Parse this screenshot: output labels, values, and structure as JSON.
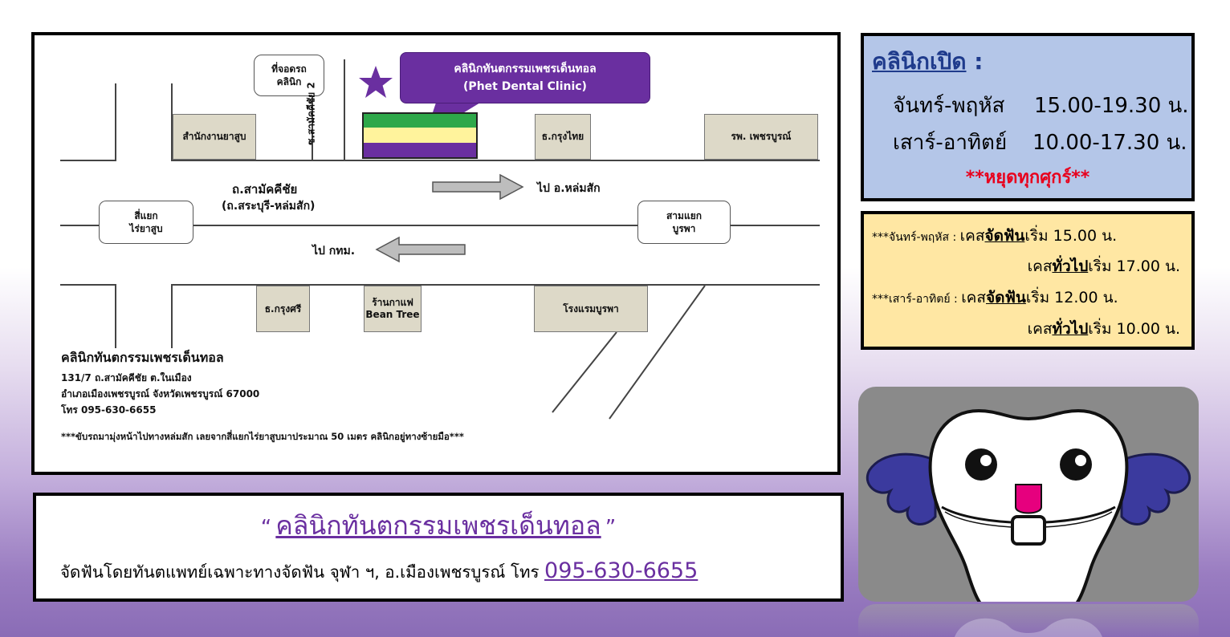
{
  "map": {
    "parking_line1": "ที่จอดรถ",
    "parking_line2": "คลินิก",
    "soi_label": "ซ.สามัคคีชัย 2",
    "clinic_callout_th": "คลินิกทันตกรรมเพชรเด็นทอล",
    "clinic_callout_en": "(Phet Dental Clinic)",
    "bld_tobacco": "สำนักงานยาสูบ",
    "bld_krungthai": "ธ.กรุงไทย",
    "bld_hospital": "รพ. เพชรบูรณ์",
    "road_name": "ถ.สามัคคีชัย",
    "road_alt": "(ถ.สระบุรี-หล่มสัก)",
    "to_lomsak": "ไป อ.หล่มสัก",
    "to_bangkok": "ไป กทม.",
    "junction_left_1": "สี่แยก",
    "junction_left_2": "ไร่ยาสูบ",
    "junction_right_1": "สามแยก",
    "junction_right_2": "บูรพา",
    "bld_krungsri": "ธ.กรุงศรี",
    "bld_cafe_1": "ร้านกาแฟ",
    "bld_cafe_2": "Bean Tree",
    "bld_hotel": "โรงแรมบูรพา",
    "address_title": "คลินิกทันตกรรมเพชรเด็นทอล",
    "address_line1": "131/7 ถ.สามัคคีชัย ต.ในเมือง",
    "address_line2": "อำเภอเมืองเพชรบูรณ์ จังหวัดเพชรบูรณ์ 67000",
    "address_line3": "โทร 095-630-6655",
    "directions_note": "***ขับรถมามุ่งหน้าไปทางหล่มสัก เลยจากสี่แยกไร่ยาสูบมาประมาณ 50 เมตร คลินิกอยู่ทางซ้ายมือ***"
  },
  "hours": {
    "title": "คลินิกเปิด",
    "colon": ":",
    "row1_days": "จันทร์-พฤหัส",
    "row1_time": "15.00-19.30 น.",
    "row2_days": "เสาร์-อาทิตย์",
    "row2_time": "10.00-17.30 น.",
    "closed_note": "**หยุดทุกศุกร์**"
  },
  "cases": {
    "r1_prefix": "***จันทร์-พฤหัส : ",
    "r1_a": "เคส",
    "r1_u": "จัดฟัน",
    "r1_b": "เริ่ม 15.00 น.",
    "r2_a": "เคส",
    "r2_u": "ทั่วไป",
    "r2_b": "เริ่ม 17.00 น.",
    "r3_prefix": "***เสาร์-อาทิตย์  : ",
    "r3_a": "เคส",
    "r3_u": "จัดฟัน",
    "r3_b": "เริ่ม 12.00 น.",
    "r4_a": "เคส",
    "r4_u": "ทั่วไป",
    "r4_b": "เริ่ม 10.00 น."
  },
  "banner": {
    "quote_open": "“",
    "clinic_name": "คลินิกทันตกรรมเพชรเด็นทอล",
    "quote_close": "”",
    "subtitle": "จัดฟันโดยทันตแพทย์เฉพาะทางจัดฟัน จุฬา ฯ, อ.เมืองเพชรบูรณ์  โทร ",
    "phone": "095-630-6655"
  },
  "colors": {
    "purple": "#6a2fa0",
    "hours_bg": "#b4c6e8",
    "cases_bg": "#ffe7a3",
    "title_blue": "#1f3b8c",
    "closed_red": "#e8001c",
    "wing_blue": "#3b3a9e"
  }
}
